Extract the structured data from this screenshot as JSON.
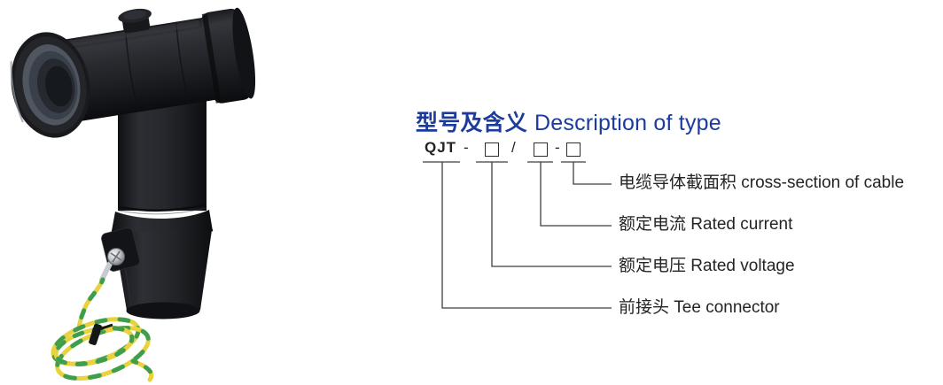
{
  "product": {
    "alt": "Black pre-molded tee connector (front connector) with yellow-green grounding wire coil",
    "wire_yellow": "#e8d23f",
    "wire_green": "#3f9e4e"
  },
  "section": {
    "title_cjk": "型号及含义",
    "title_en": "Description of type",
    "title_color": "#1b3c9c"
  },
  "model_code": {
    "prefix": "QJT",
    "sep1": "-",
    "sep2": "/",
    "sep3": "-",
    "placeholder_boxes": 3
  },
  "labels": [
    {
      "text": "电缆导体截面积 cross-section of cable"
    },
    {
      "text": "额定电流 Rated current"
    },
    {
      "text": "额定电压 Rated voltage"
    },
    {
      "text": "前接头 Tee connector"
    }
  ]
}
